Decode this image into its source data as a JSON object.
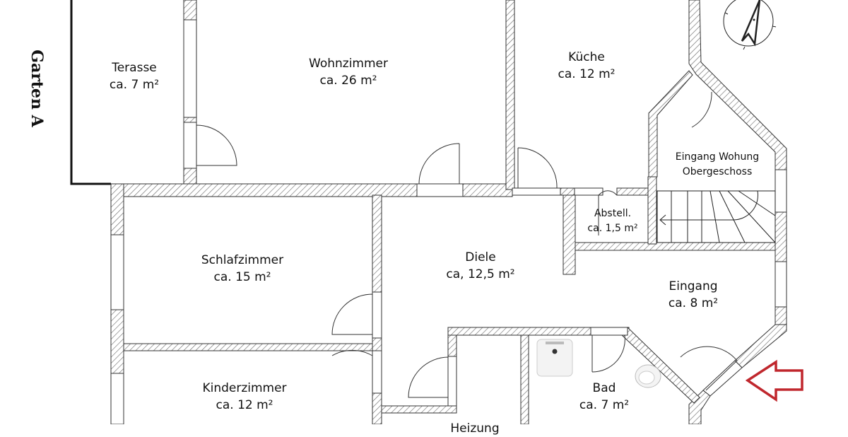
{
  "plan": {
    "type": "floor plan",
    "garden_label": "Garten A",
    "accent_colors": {
      "wall_hatch": "#555555",
      "line": "#333333",
      "entrance_arrow": "#c0272d"
    },
    "rooms": [
      {
        "id": "terasse",
        "name": "Terasse",
        "area": "ca. 7 m²"
      },
      {
        "id": "wohnzimmer",
        "name": "Wohnzimmer",
        "area": "ca. 26 m²"
      },
      {
        "id": "kueche",
        "name": "Küche",
        "area": "ca. 12 m²"
      },
      {
        "id": "eingang-og",
        "name": "Eingang Wohung",
        "area": "Obergeschoss"
      },
      {
        "id": "abstell",
        "name": "Abstell.",
        "area": "ca. 1,5 m²"
      },
      {
        "id": "schlafzimmer",
        "name": "Schlafzimmer",
        "area": "ca. 15 m²"
      },
      {
        "id": "diele",
        "name": "Diele",
        "area": "ca, 12,5 m²"
      },
      {
        "id": "eingang",
        "name": "Eingang",
        "area": "ca. 8 m²"
      },
      {
        "id": "kinderzimmer",
        "name": "Kinderzimmer",
        "area": "ca. 12 m²"
      },
      {
        "id": "bad",
        "name": "Bad",
        "area": "ca. 7 m²"
      },
      {
        "id": "heizung",
        "name": "Heizung",
        "area": ""
      }
    ],
    "icons": [
      "compass-north-icon",
      "entrance-arrow-icon",
      "stairs-icon",
      "shower-tray-icon",
      "washbasin-icon"
    ]
  }
}
